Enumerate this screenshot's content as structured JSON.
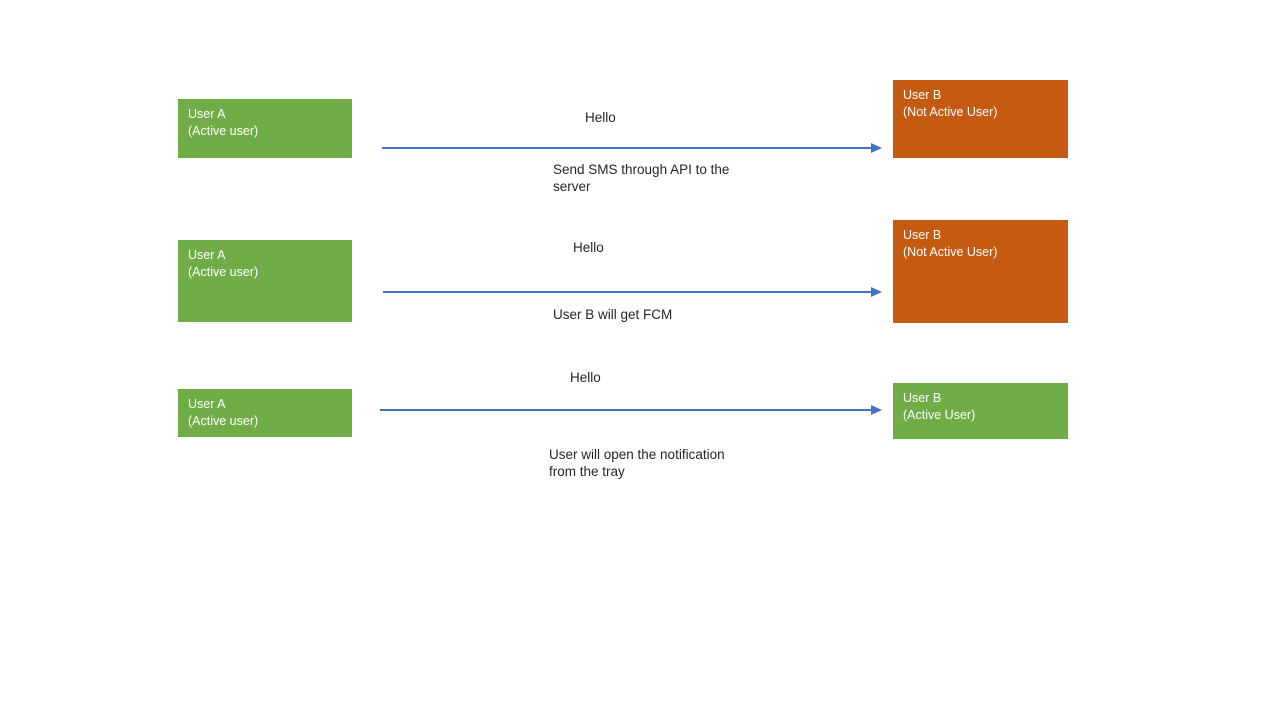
{
  "diagram": {
    "description": "Message flow between User A and User B",
    "colors": {
      "active_fill": "#70AD47",
      "inactive_fill": "#C55A11",
      "arrow": "#4472C4",
      "caption_text": "#262626",
      "box_text": "#FFFFFF",
      "background": "#FFFFFF"
    },
    "rows": [
      {
        "sender": {
          "name": "User A",
          "status": "(Active user)",
          "state": "active"
        },
        "receiver": {
          "name": "User B",
          "status": "(Not Active User)",
          "state": "inactive"
        },
        "message": "Hello",
        "caption": "Send SMS through API to the\nserver"
      },
      {
        "sender": {
          "name": "User A",
          "status": "(Active user)",
          "state": "active"
        },
        "receiver": {
          "name": "User B",
          "status": "(Not Active User)",
          "state": "inactive"
        },
        "message": "Hello",
        "caption": "User B will get FCM"
      },
      {
        "sender": {
          "name": "User A",
          "status": "(Active user)",
          "state": "active"
        },
        "receiver": {
          "name": "User B",
          "status": "(Active User)",
          "state": "active"
        },
        "message": "Hello",
        "caption": "User will open the notification\nfrom the tray"
      }
    ]
  }
}
